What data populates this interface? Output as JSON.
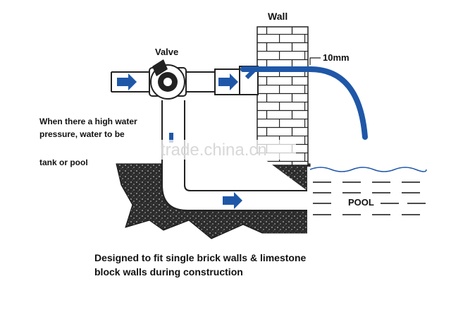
{
  "labels": {
    "wall": "Wall",
    "valve": "Valve",
    "size": "10mm",
    "pool": "POOL",
    "note_line1": "When there a high water",
    "note_line2": "pressure, water to be",
    "note_line3": "tank or pool"
  },
  "caption": {
    "line1": "Designed to fit single brick walls & limestone",
    "line2": "block walls during construction"
  },
  "watermark": "trade.china.cn",
  "icons": [
    "flow-arrow-icon",
    "valve-icon"
  ],
  "colors": {
    "water_blue": "#1f57a8",
    "outline": "#222222",
    "ground": "#2a2a2a",
    "text": "#111111"
  }
}
